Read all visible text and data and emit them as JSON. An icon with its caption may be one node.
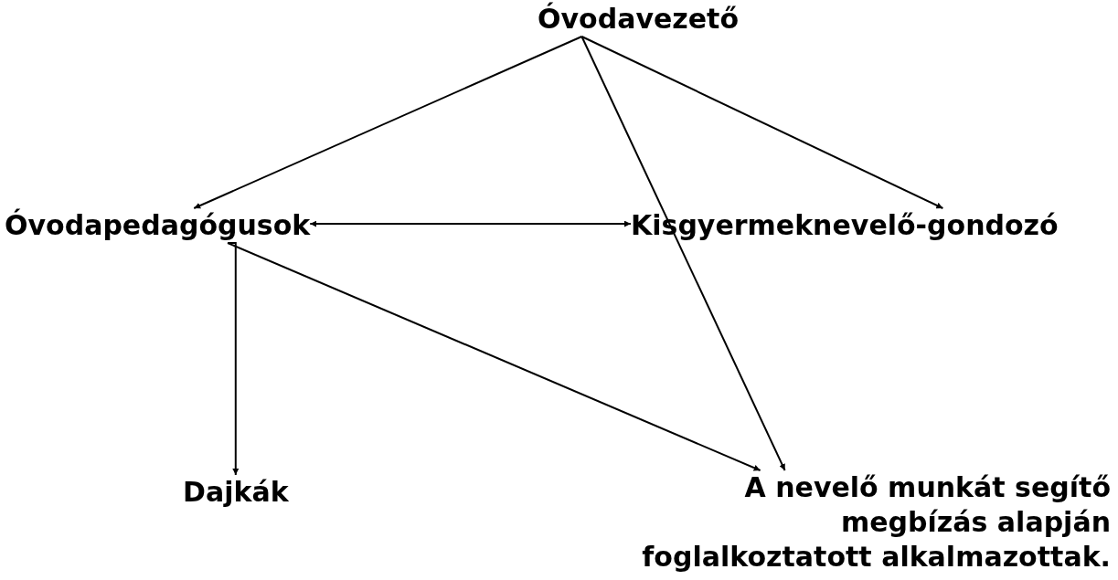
{
  "diagram": {
    "nodes": [
      {
        "text": [
          "Óvodavezető"
        ]
      },
      {
        "text": [
          "Óvodapedagógusok"
        ]
      },
      {
        "text": [
          "Kisgyermeknevelő-gondozó"
        ]
      },
      {
        "text": [
          "Dajkák"
        ]
      },
      {
        "text": [
          "A nevelő munkát segítő megbízás alapján foglalkoztatott alkalmazottak."
        ]
      }
    ],
    "edges": [
      {
        "from": 0,
        "to": 1,
        "arrow": "to"
      },
      {
        "from": 0,
        "to": 2,
        "arrow": "to"
      },
      {
        "from": 0,
        "to": 4,
        "arrow": "to"
      },
      {
        "from": 1,
        "to": 2,
        "arrow": "both"
      },
      {
        "from": 1,
        "to": 3,
        "arrow": "to"
      },
      {
        "from": 1,
        "to": 4,
        "arrow": "to"
      }
    ]
  }
}
